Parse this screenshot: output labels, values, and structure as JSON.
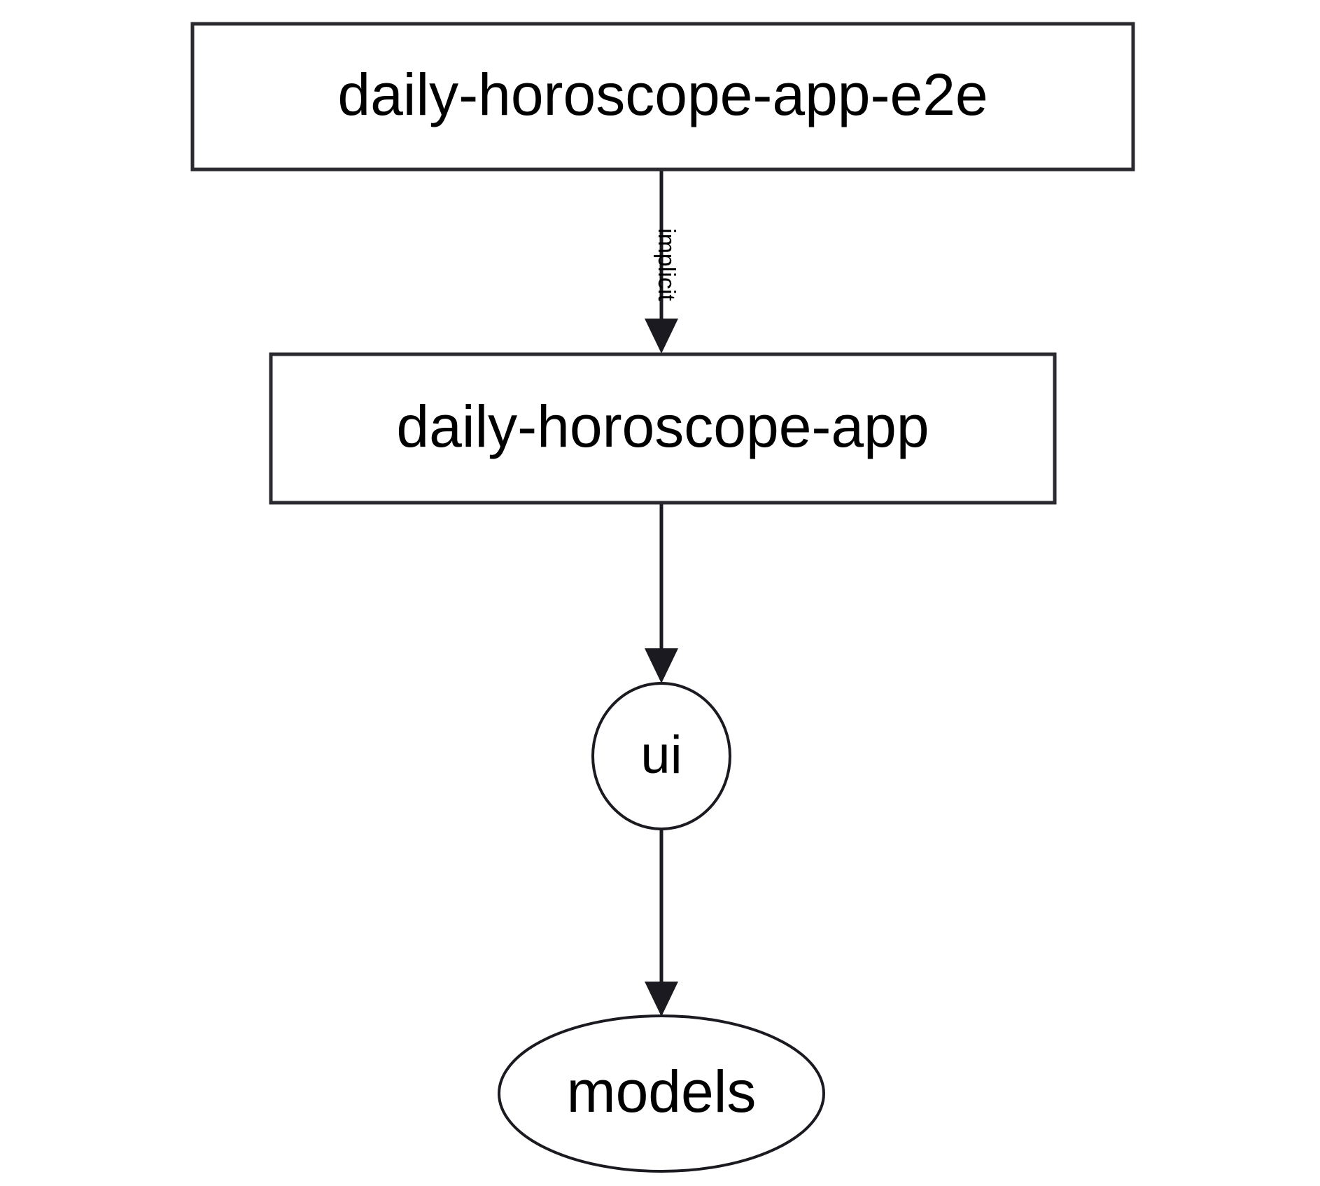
{
  "diagram": {
    "type": "dependency-graph",
    "title": "",
    "background_color": "#ffffff",
    "stroke_color": "#1a1a20",
    "text_color": "#000000",
    "nodes": [
      {
        "id": "daily-horoscope-app-e2e",
        "label": "daily-horoscope-app-e2e",
        "shape": "box"
      },
      {
        "id": "daily-horoscope-app",
        "label": "daily-horoscope-app",
        "shape": "box"
      },
      {
        "id": "ui",
        "label": "ui",
        "shape": "ellipse"
      },
      {
        "id": "models",
        "label": "models",
        "shape": "ellipse"
      }
    ],
    "edges": [
      {
        "from": "daily-horoscope-app-e2e",
        "to": "daily-horoscope-app",
        "label": "implicit",
        "label_orientation": "rotated-90"
      },
      {
        "from": "daily-horoscope-app",
        "to": "ui",
        "label": ""
      },
      {
        "from": "ui",
        "to": "models",
        "label": ""
      }
    ]
  }
}
